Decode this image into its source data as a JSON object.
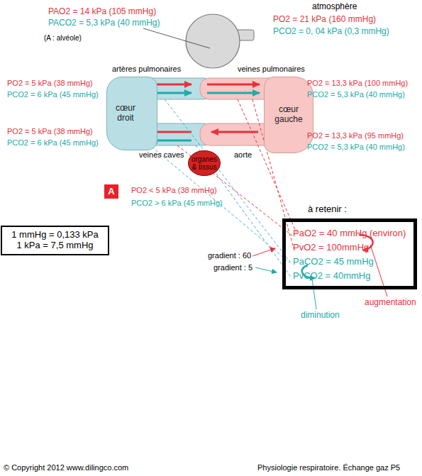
{
  "diagram": {
    "nodes": [
      {
        "text": [
          "cœur droit"
        ]
      },
      {
        "text": [
          "cœur gauche"
        ]
      },
      {
        "text": [
          "organes & tissus"
        ]
      },
      {
        "text": [
          "A"
        ]
      },
      {
        "text": [
          "1 mmHg = 0,133 kPa",
          "1 kPa = 7,5 mmHg"
        ]
      },
      {
        "text": [
          "à retenir :",
          "PaO2 = 40 mmHg (environ)",
          "PvO2 = 100mmHg",
          "PaCO2 = 45 mmHg",
          "PvCO2 = 40mmHg"
        ]
      }
    ],
    "labels": [
      "PAO2 = 14 kPa (105 mmHg)",
      "PACO2 = 5,3 kPa (40 mmHg)",
      "(A : alvéole)",
      "atmosphère",
      "PO2 = 21 kPa (160 mmHg)",
      "PCO2 = 0, 04 kPa (0,3 mmHg)",
      "artères pulmonaires",
      "veines pulmonaires",
      "PO2 = 5 kPa (38 mmHg)",
      "PCO2 = 6 kPa (45 mmHg)",
      "PO2 = 13,3 kPa (100 mmHg)",
      "PCO2 = 5,3 kPa (40 mmHg)",
      "PO2 = 5 kPa (38 mmHg)",
      "PCO2 = 6 kPa (45 mmHg)",
      "PO2 = 13,3 kPa (95 mmHg)",
      "PCO2 = 5,3 kPa (40 mmHg)",
      "veines caves",
      "aorte",
      "PO2 < 5 kPa (38 mmHg)",
      "PCO2 > 6 kPa (45 mmHg)",
      "gradient : 60",
      "gradient : 5",
      "augmentation",
      "diminution",
      "© Copyright 2012 www.dilingco.com",
      "Physiologie respiratoire. Échange gaz P5"
    ]
  }
}
